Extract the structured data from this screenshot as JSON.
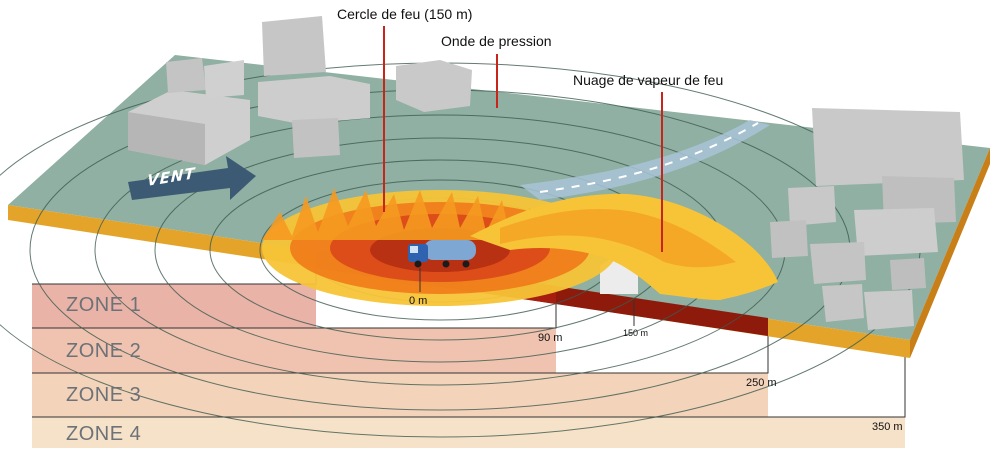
{
  "callouts": {
    "fire_circle": "Cercle de feu (150 m)",
    "pressure_wave": "Onde de pression",
    "vapor_cloud": "Nuage de vapeur de feu"
  },
  "wind": {
    "label": "VENT"
  },
  "zones": [
    {
      "label": "ZONE 1",
      "color": "#e9b3a8"
    },
    {
      "label": "ZONE 2",
      "color": "#efc3b0"
    },
    {
      "label": "ZONE 3",
      "color": "#f3d4ba"
    },
    {
      "label": "ZONE 4",
      "color": "#f6e2c8"
    }
  ],
  "distances": {
    "d0": "0 m",
    "d90": "90 m",
    "d150": "150 m",
    "d250": "250 m",
    "d350": "350 m"
  },
  "colors": {
    "ground": "#8fb0a2",
    "ground_edge": "#e4a42a",
    "fire_red": "#a51e0f",
    "fire_orange": "#f07a18",
    "fire_yellow": "#f7c437",
    "building": "#c9c9c9"
  }
}
